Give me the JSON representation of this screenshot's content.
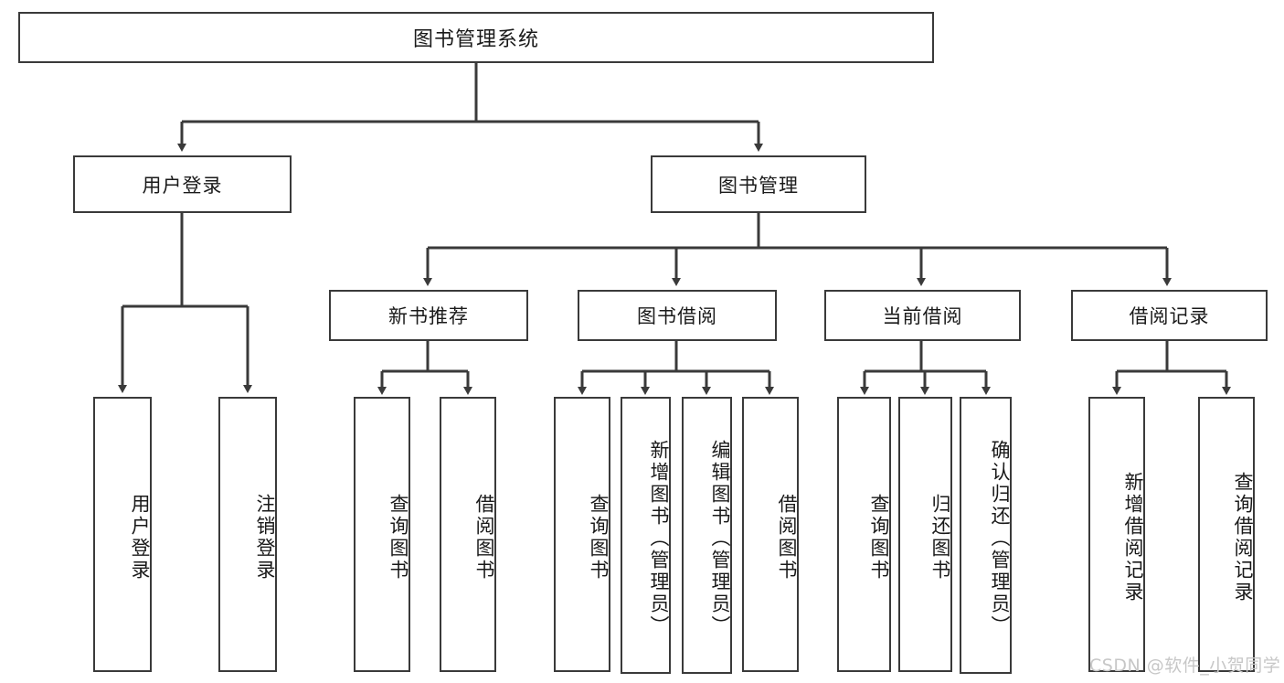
{
  "diagram": {
    "type": "hierarchy-tree",
    "title": "图书管理系统",
    "root": {
      "label": "图书管理系统"
    },
    "level2": [
      {
        "id": "user-login",
        "label": "用户登录"
      },
      {
        "id": "book-management",
        "label": "图书管理"
      }
    ],
    "level3": [
      {
        "id": "new-book-recommend",
        "label": "新书推荐",
        "parent": "book-management"
      },
      {
        "id": "book-borrow",
        "label": "图书借阅",
        "parent": "book-management"
      },
      {
        "id": "current-borrow",
        "label": "当前借阅",
        "parent": "book-management"
      },
      {
        "id": "borrow-record",
        "label": "借阅记录",
        "parent": "book-management"
      }
    ],
    "leaves": [
      {
        "id": "leaf-user-login",
        "label": "用户登录",
        "parent": "user-login"
      },
      {
        "id": "leaf-user-logout",
        "label": "注销登录",
        "parent": "user-login"
      },
      {
        "id": "leaf-query-book-1",
        "label": "查询图书",
        "parent": "new-book-recommend"
      },
      {
        "id": "leaf-borrow-book-1",
        "label": "借阅图书",
        "parent": "new-book-recommend"
      },
      {
        "id": "leaf-query-book-2",
        "label": "查询图书",
        "parent": "book-borrow"
      },
      {
        "id": "leaf-add-book",
        "label": "新增图书（管理员）",
        "parent": "book-borrow"
      },
      {
        "id": "leaf-edit-book",
        "label": "编辑图书（管理员）",
        "parent": "book-borrow"
      },
      {
        "id": "leaf-borrow-book-2",
        "label": "借阅图书",
        "parent": "book-borrow"
      },
      {
        "id": "leaf-query-book-3",
        "label": "查询图书",
        "parent": "current-borrow"
      },
      {
        "id": "leaf-return-book",
        "label": "归还图书",
        "parent": "current-borrow"
      },
      {
        "id": "leaf-confirm-return",
        "label": "确认归还（管理员）",
        "parent": "current-borrow"
      },
      {
        "id": "leaf-add-record",
        "label": "新增借阅记录",
        "parent": "borrow-record"
      },
      {
        "id": "leaf-query-record",
        "label": "查询借阅记录",
        "parent": "borrow-record"
      }
    ],
    "colors": {
      "stroke": "#3a3a3a",
      "box_fill": "#ffffff",
      "text": "#1a1a1a",
      "watermark": "#c7c7c7",
      "background": "#ffffff"
    }
  },
  "watermark": {
    "text": "CSDN @软件_小贺同学"
  }
}
